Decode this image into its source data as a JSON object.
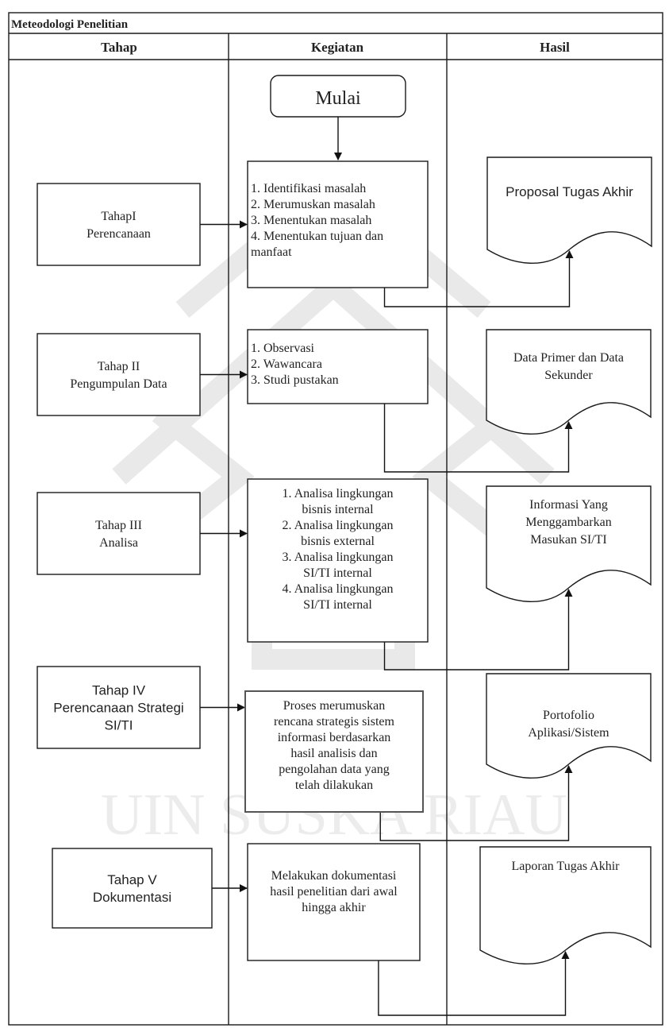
{
  "title": "Meteodologi Penelitian",
  "columns": [
    "Tahap",
    "Kegiatan",
    "Hasil"
  ],
  "start": "Mulai",
  "watermark": "UIN SUSKA RIAU",
  "stages": [
    {
      "tahap": [
        "TahapI",
        "Perencanaan"
      ],
      "kegiatan": [
        "1. Identifikasi masalah",
        "2. Merumuskan masalah",
        "3. Menentukan masalah",
        "4. Menentukan tujuan dan",
        "manfaat"
      ],
      "hasil": [
        "Proposal Tugas Akhir"
      ]
    },
    {
      "tahap": [
        "Tahap II",
        "Pengumpulan Data"
      ],
      "kegiatan": [
        "1. Observasi",
        "2. Wawancara",
        "3. Studi pustakan"
      ],
      "hasil": [
        "Data Primer dan Data",
        "Sekunder"
      ]
    },
    {
      "tahap": [
        "Tahap III",
        "Analisa"
      ],
      "kegiatan": [
        "1. Analisa lingkungan",
        "bisnis internal",
        "2. Analisa lingkungan",
        "bisnis external",
        "3. Analisa lingkungan",
        "SI/TI internal",
        "4. Analisa lingkungan",
        "SI/TI internal"
      ],
      "hasil": [
        "Informasi Yang",
        "Menggambarkan",
        "Masukan SI/TI"
      ]
    },
    {
      "tahap": [
        "Tahap IV",
        "Perencanaan Strategi",
        "SI/TI"
      ],
      "kegiatan": [
        "Proses merumuskan",
        "rencana strategis sistem",
        "informasi berdasarkan",
        "hasil analisis dan",
        "pengolahan data yang",
        "telah dilakukan"
      ],
      "hasil": [
        "Portofolio",
        "Aplikasi/Sistem"
      ]
    },
    {
      "tahap": [
        "Tahap V",
        "Dokumentasi"
      ],
      "kegiatan": [
        "Melakukan dokumentasi",
        "hasil penelitian dari awal",
        "hingga akhir"
      ],
      "hasil": [
        "Laporan Tugas Akhir"
      ]
    }
  ]
}
